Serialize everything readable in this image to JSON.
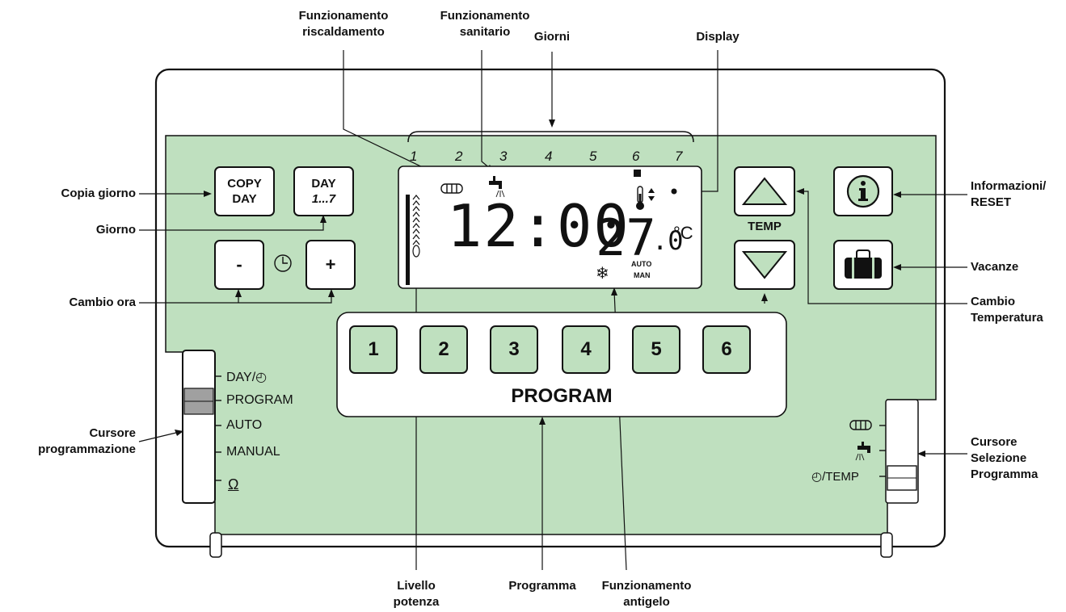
{
  "callouts": {
    "funz_risc": [
      "Funzionamento",
      "riscaldamento"
    ],
    "funz_san": [
      "Funzionamento",
      "sanitario"
    ],
    "giorni": "Giorni",
    "display": "Display",
    "copia_giorno": "Copia giorno",
    "giorno": "Giorno",
    "cambio_ora": "Cambio ora",
    "cursore_prog": [
      "Cursore",
      "programmazione"
    ],
    "informazioni": [
      "Informazioni/",
      "RESET"
    ],
    "vacanze": "Vacanze",
    "cambio_temp": [
      "Cambio",
      "Temperatura"
    ],
    "cursore_sel": [
      "Cursore",
      "Selezione",
      "Programma"
    ],
    "livello": [
      "Livello",
      "potenza"
    ],
    "programma": "Programma",
    "antigelo": [
      "Funzionamento",
      "antigelo"
    ]
  },
  "days": [
    "1",
    "2",
    "3",
    "4",
    "5",
    "6",
    "7"
  ],
  "buttons": {
    "copy_day": [
      "COPY",
      "DAY"
    ],
    "day": [
      "DAY",
      "1...7"
    ],
    "minus": "-",
    "plus": "+",
    "temp": "TEMP"
  },
  "display": {
    "time": "12:00",
    "temp_int": "27",
    "temp_dec": ".0",
    "unit": "°C",
    "auto": "AUTO",
    "man": "MAN"
  },
  "program": {
    "buttons": [
      "1",
      "2",
      "3",
      "4",
      "5",
      "6"
    ],
    "label": "PROGRAM"
  },
  "left_slider": [
    "DAY/◴",
    "PROGRAM",
    "AUTO",
    "MANUAL",
    "Ω"
  ],
  "right_slider": {
    "temp_label": "◴/TEMP"
  },
  "colors": {
    "panel": "#bfe0bf",
    "line": "#111111"
  },
  "icons": [
    "radiator-icon",
    "tap-icon",
    "thermometer-icon",
    "snowflake-icon",
    "info-icon",
    "suitcase-icon",
    "clock-icon",
    "arrow-up-icon",
    "arrow-down-icon"
  ]
}
